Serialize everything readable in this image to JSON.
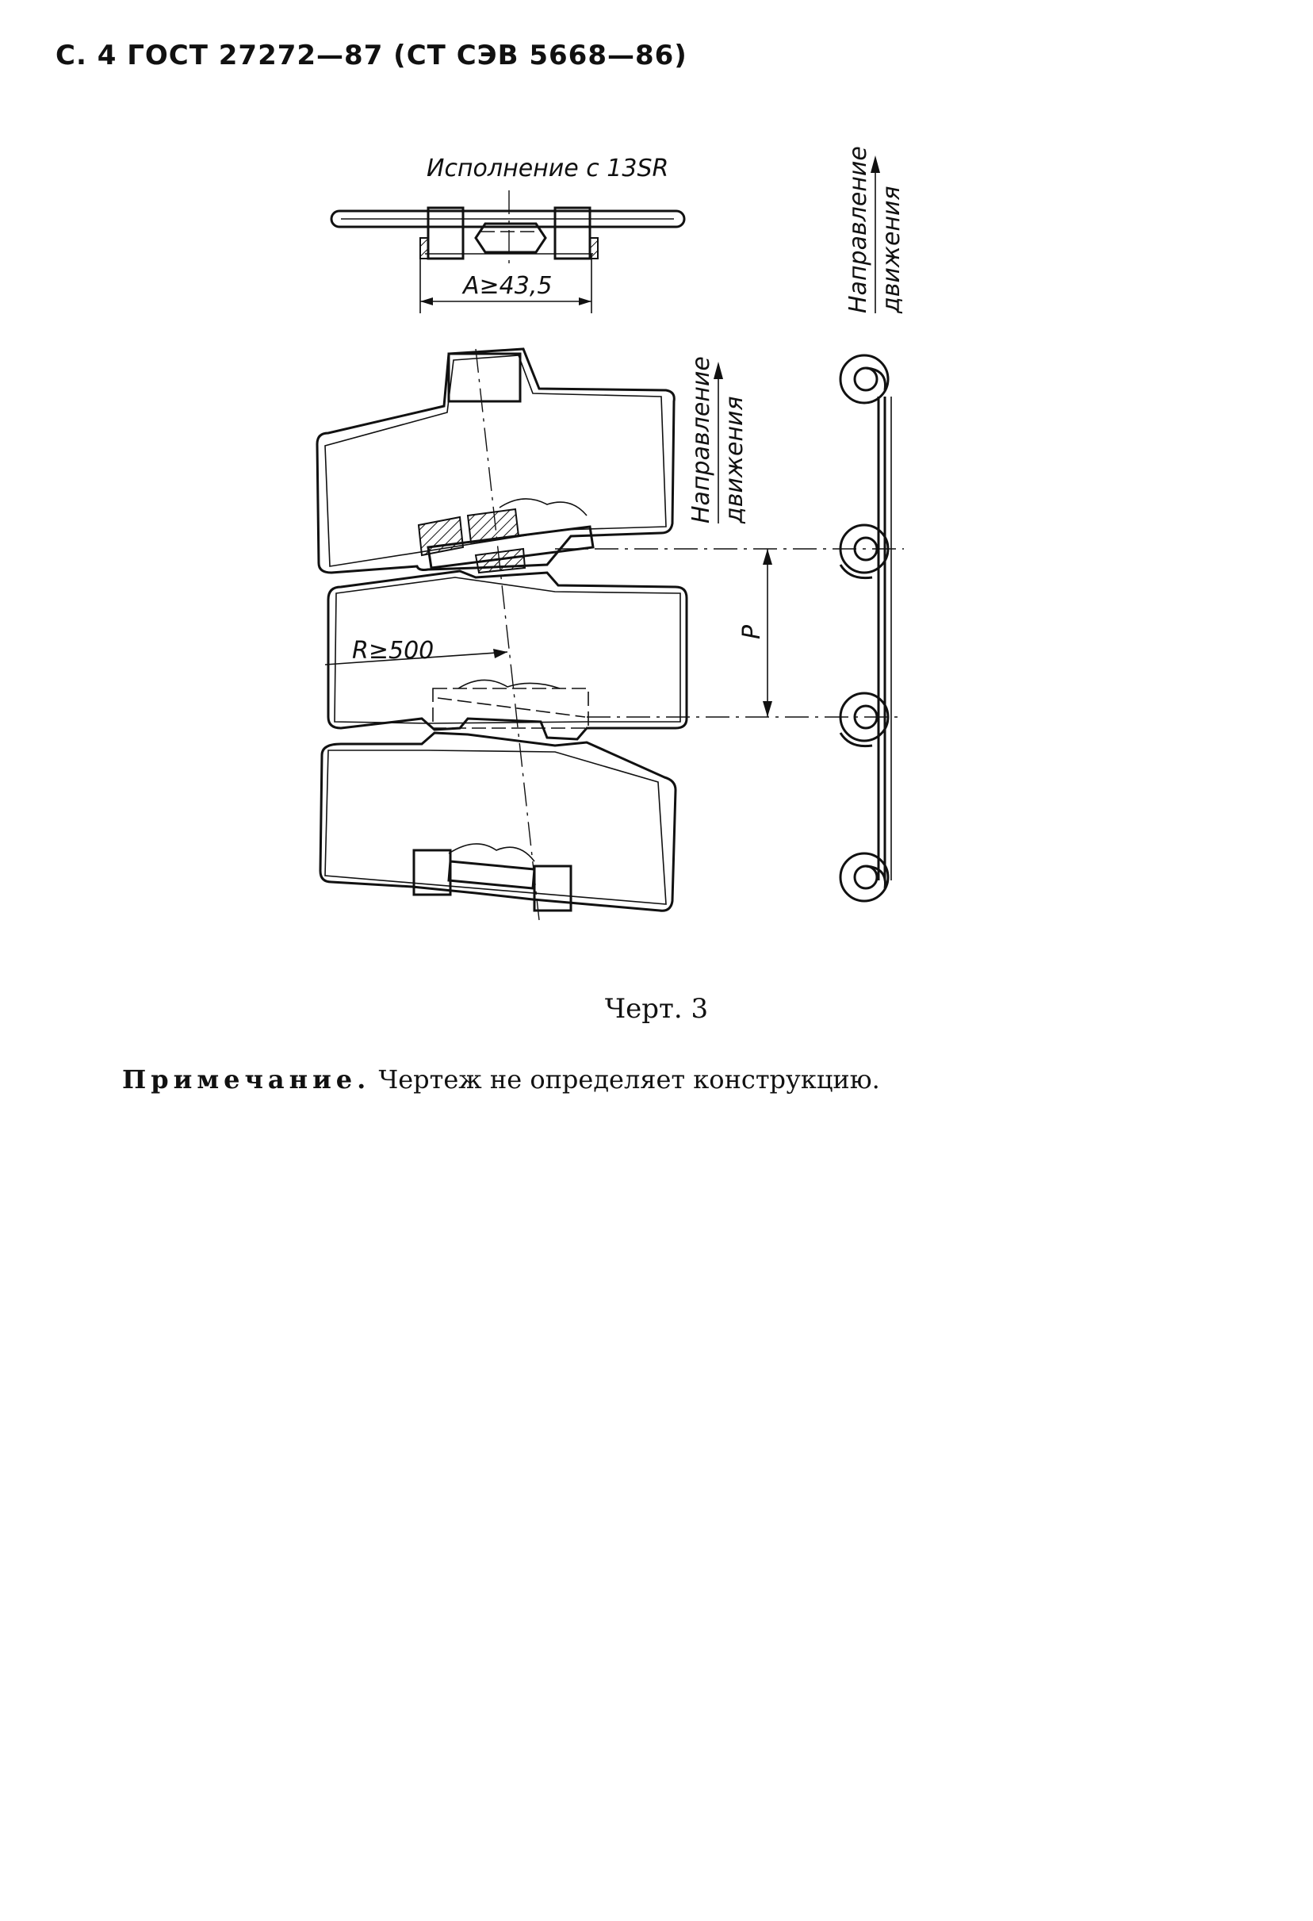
{
  "page": {
    "header": "С. 4 ГОСТ 27272—87 (СТ СЭВ 5668—86)",
    "caption": "Черт. 3",
    "note_lead": "Примечание.",
    "note_text": " Чертеж не определяет конструкцию."
  },
  "drawing": {
    "top_label": "Исполнение с 13SR",
    "dim_a": "А≥43,5",
    "dim_r": "R≥500",
    "dim_p": "P",
    "direction_line1": "Направление",
    "direction_line2": "движения"
  }
}
